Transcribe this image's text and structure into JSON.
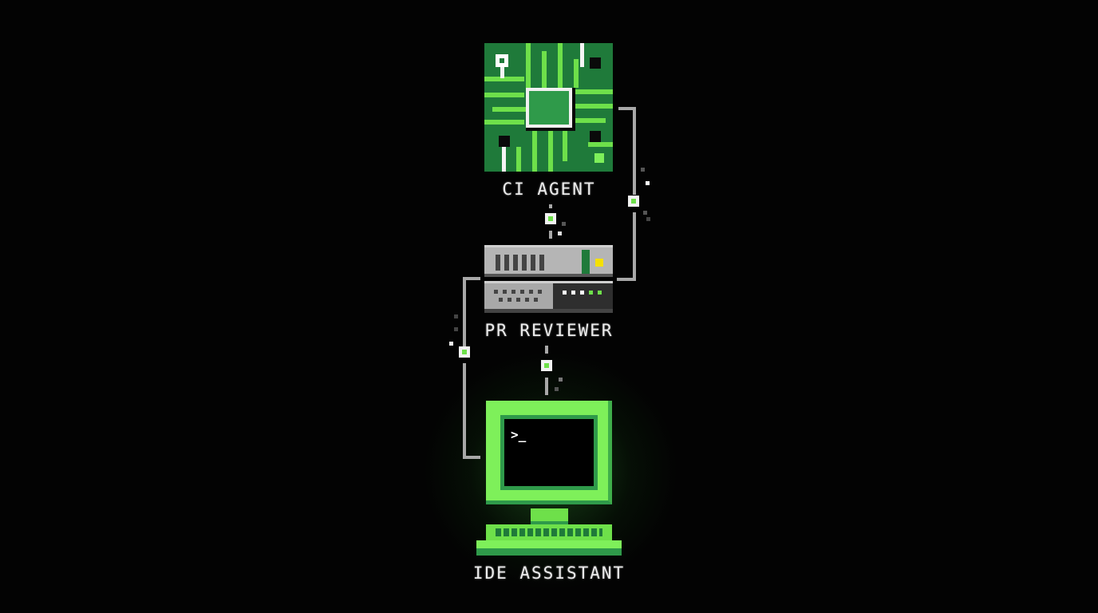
{
  "nodes": [
    {
      "id": "ci",
      "label": "CI AGENT",
      "icon": "circuit-chip-icon"
    },
    {
      "id": "pr",
      "label": "PR REVIEWER",
      "icon": "server-rack-icon"
    },
    {
      "id": "ide",
      "label": "IDE ASSISTANT",
      "icon": "computer-terminal-icon"
    }
  ],
  "terminal_prompt": ">_",
  "colors": {
    "background": "#030303",
    "accent": "#6ee04a",
    "chip": "#1f7a3a",
    "wire": "#a8a8a8",
    "led": "#f5e000"
  }
}
